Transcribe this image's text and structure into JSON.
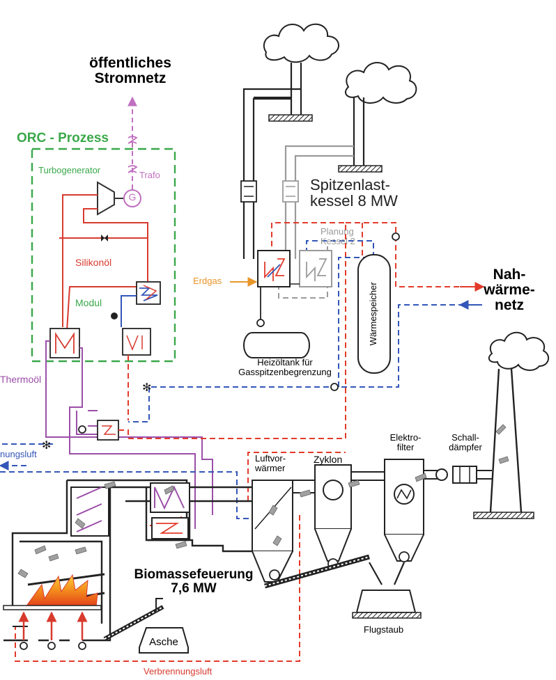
{
  "labels": {
    "grid_title_1": "öffentliches",
    "grid_title_2": "Stromnetz",
    "orc_process": "ORC - Prozess",
    "turbogenerator": "Turbogenerator",
    "trafo": "Trafo",
    "generator_symbol": "G",
    "silikonoel": "Silikonöl",
    "modul": "Modul",
    "thermooel": "Thermoöl",
    "peak_boiler_1": "Spitzenlast-",
    "peak_boiler_2": "kessel 8 MW",
    "planning_1": "Planung",
    "planning_2": "Kessel 2",
    "erdgas": "Erdgas",
    "district_1": "Nah-",
    "district_2": "wärme-",
    "district_3": "netz",
    "storage": "Wärmespeicher",
    "oil_tank_1": "Heizöltank für",
    "oil_tank_2": "Gasspitzenbegrenzung",
    "combustion_air_left": "nungsluft",
    "air_preheater_1": "Luftvor-",
    "air_preheater_2": "wärmer",
    "cyclone": "Zyklon",
    "filter_1": "Elektro-",
    "filter_2": "filter",
    "silencer_1": "Schall-",
    "silencer_2": "dämpfer",
    "biomass_1": "Biomassefeuerung",
    "biomass_2": "7,6 MW",
    "fly_ash": "Flugstaub",
    "ash": "Asche",
    "combustion_air_bottom": "Verbrennungsluft"
  },
  "colors": {
    "orc_green": "#3aa84a",
    "thermal_oil": "#9b4fa8",
    "power_line": "#c070c0",
    "silicone_red": "#d83a2e",
    "supply_red": "#e23a2a",
    "return_blue": "#3356b8",
    "gas_orange": "#e8952a",
    "planning_grey": "#9a9a9a",
    "flue_grey": "#555555"
  }
}
